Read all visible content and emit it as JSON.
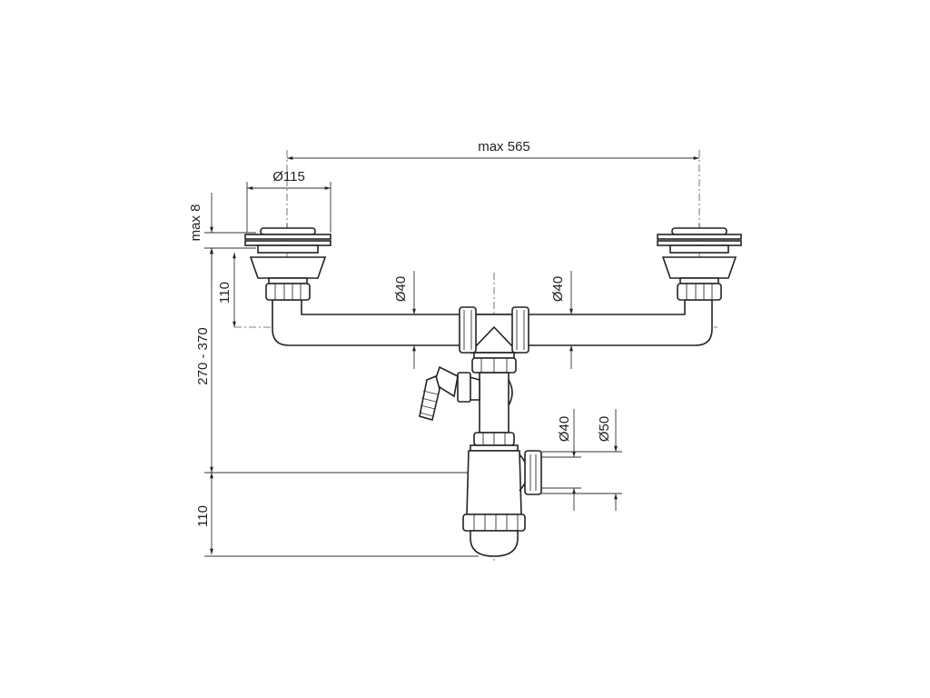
{
  "diagram": {
    "dimensions": {
      "max_spacing": "max 565",
      "basket_diameter": "Ø115",
      "flange_max": "max 8",
      "basket_depth": "110",
      "pipe_diameter_left": "Ø40",
      "pipe_diameter_right": "Ø40",
      "trap_height_range": "270 - 370",
      "outlet_diameter_inner": "Ø40",
      "outlet_diameter_outer": "Ø50",
      "bottom_height": "110"
    }
  }
}
